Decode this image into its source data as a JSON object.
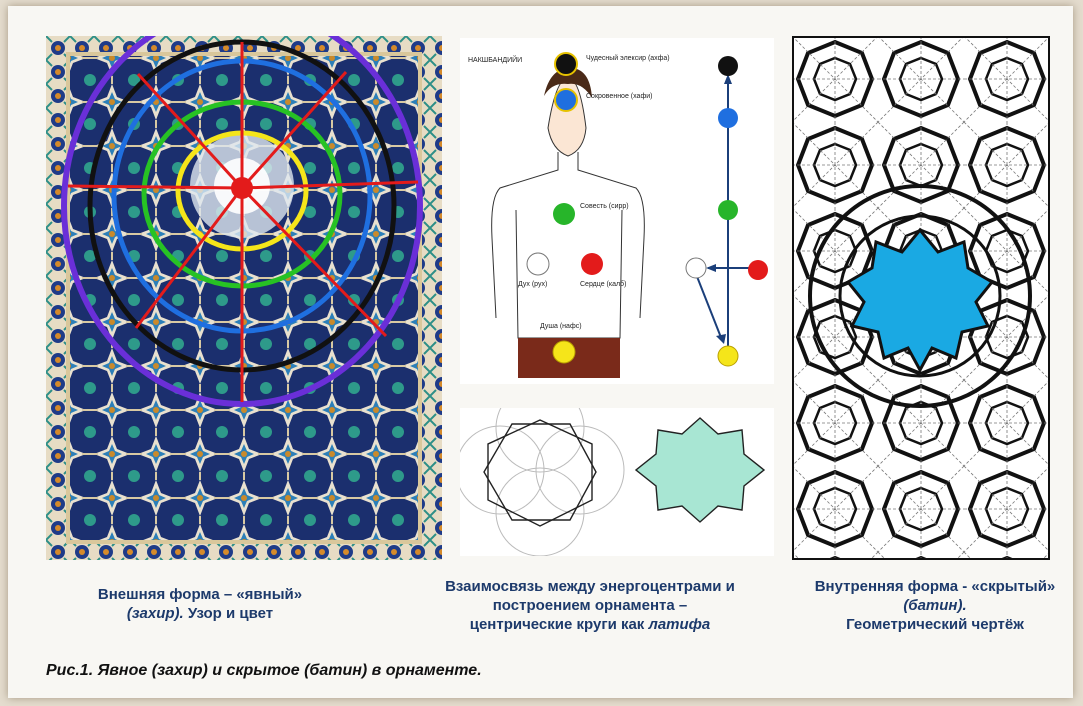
{
  "captions": {
    "left_line1": "Внешняя форма – «явный»",
    "left_line2_italic": "(захир).",
    "left_line2_rest": " Узор и цвет",
    "center_line1": "Взаимосвязь между энергоцентрами и",
    "center_line2": "построением орнамента –",
    "center_line3_prefix": "центрические круги как ",
    "center_line3_italic": "латифа",
    "right_line1": "Внутренняя форма - «скрытый»",
    "right_line2_italic": "(батин).",
    "right_line3": "Геометрический чертёж"
  },
  "figure_caption": "Рис.1. Явное (захир) и скрытое (батин) в орнаменте.",
  "body_diagram": {
    "top_left_label": "НАКШБАНДИЙИ",
    "labels": {
      "elixir": "Чудесный элексир (ахфа)",
      "hidden": "Сокровенное (хафи)",
      "conscience": "Совесть (сирр)",
      "spirit": "Дух (рух)",
      "heart": "Сердце (калб)",
      "soul": "Душа (нафс)"
    }
  },
  "colors": {
    "circle_purple": "#6a2fd8",
    "circle_black": "#111111",
    "circle_blue": "#1f6fe0",
    "circle_green": "#27c224",
    "circle_yellow": "#f5e51a",
    "spokes_red": "#e31b1b",
    "center_fill": "#1aa9e3",
    "star_fill": "#a8e6d3",
    "caption_blue": "#1d3a6b"
  }
}
